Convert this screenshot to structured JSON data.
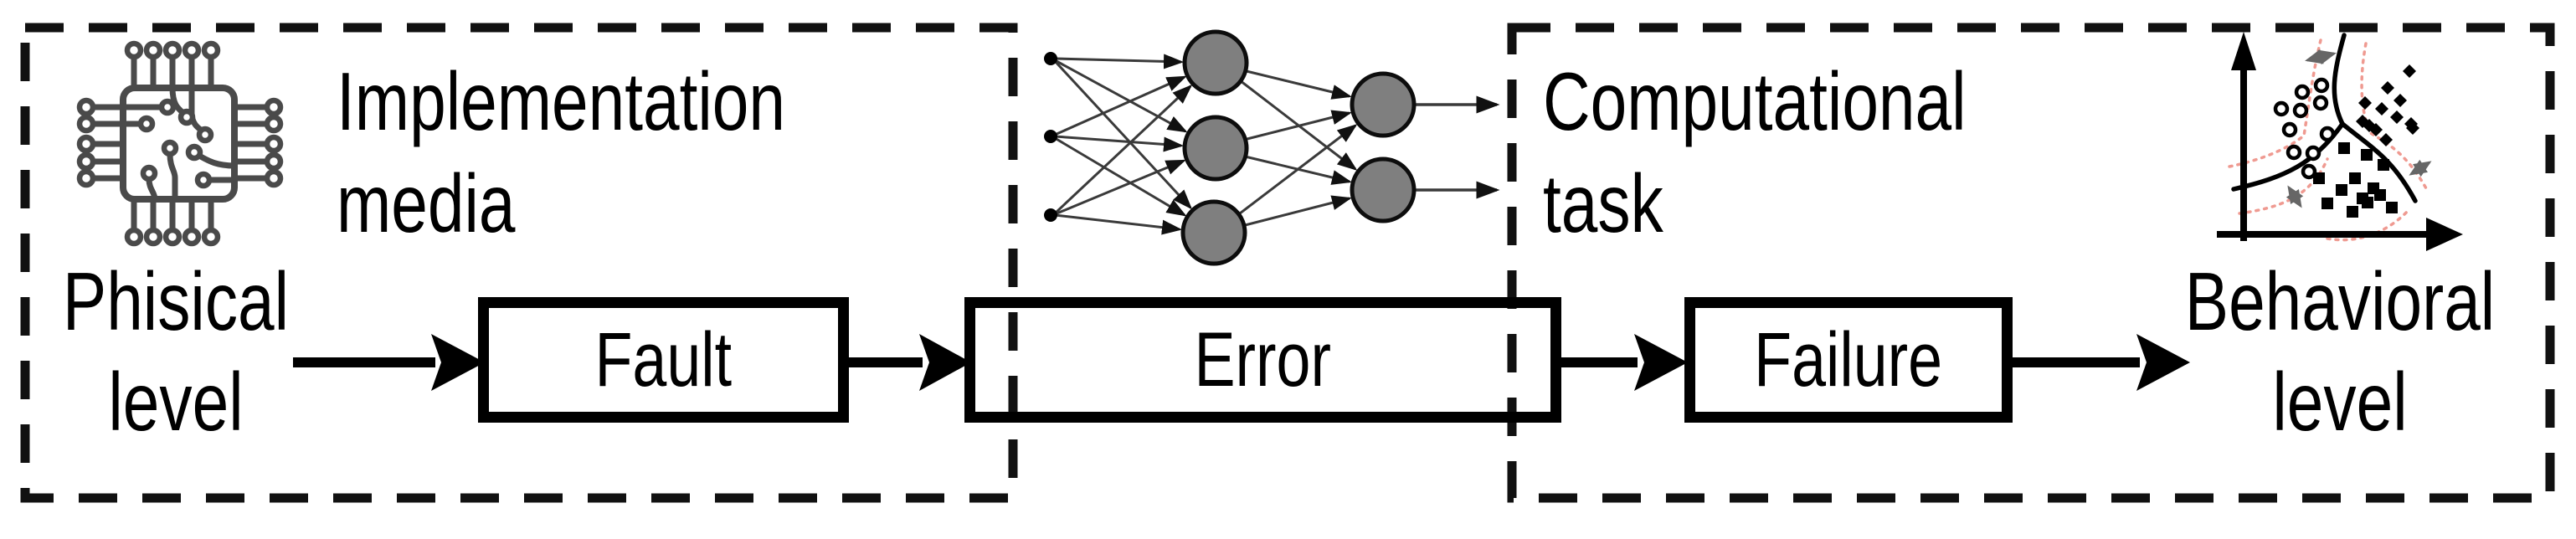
{
  "figure": {
    "left_region": {
      "title_line1": "Implementation",
      "title_line2": "media",
      "node_line1": "Phisical",
      "node_line2": "level",
      "icon": "chip-icon"
    },
    "middle": {
      "icon": "neural-network-icon"
    },
    "right_region": {
      "title_line1": "Computational",
      "title_line2": "task",
      "node_line1": "Behavioral",
      "node_line2": "level",
      "icon": "classifier-icon"
    },
    "boxes": {
      "fault": "Fault",
      "error": "Error",
      "failure": "Failure"
    },
    "flow_order": "Phisical level → Fault → Error → Failure → Behavioral level",
    "colors": {
      "line_black": "#000000",
      "dashed_border": "#111111",
      "nn_node_fill": "#7f7f7f",
      "nn_edge": "#3a3a3a",
      "chip_gray": "#4a4a4a",
      "margin_pink": "#ef9a91",
      "background": "#ffffff"
    }
  }
}
